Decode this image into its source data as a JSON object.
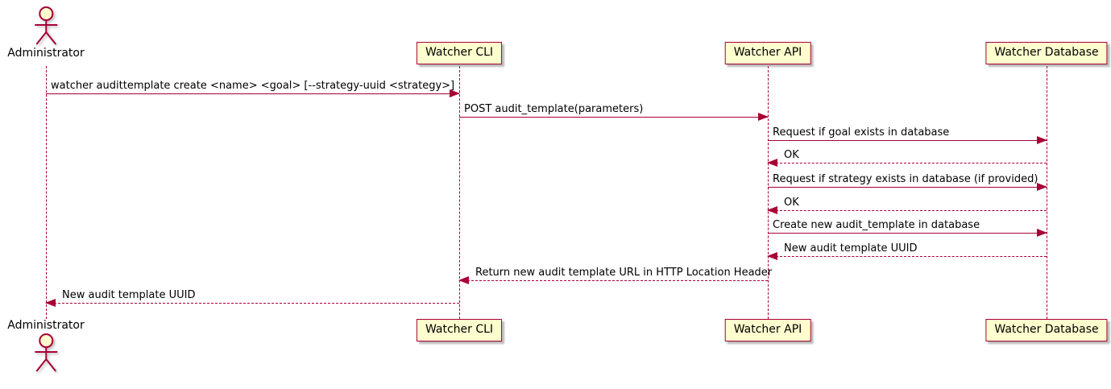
{
  "diagram": {
    "type": "sequence-diagram",
    "actor": {
      "name": "Administrator"
    },
    "participants": [
      {
        "id": "watcher-cli",
        "label": "Watcher CLI"
      },
      {
        "id": "watcher-api",
        "label": "Watcher API"
      },
      {
        "id": "watcher-database",
        "label": "Watcher Database"
      }
    ],
    "messages": [
      {
        "from": "Administrator",
        "to": "Watcher CLI",
        "style": "solid",
        "text": "watcher audittemplate create <name> <goal> [--strategy-uuid <strategy>]"
      },
      {
        "from": "Watcher CLI",
        "to": "Watcher API",
        "style": "solid",
        "text": "POST audit_template(parameters)"
      },
      {
        "from": "Watcher API",
        "to": "Watcher Database",
        "style": "solid",
        "text": "Request if goal exists in database"
      },
      {
        "from": "Watcher Database",
        "to": "Watcher API",
        "style": "dashed",
        "text": "OK"
      },
      {
        "from": "Watcher API",
        "to": "Watcher Database",
        "style": "solid",
        "text": "Request if strategy exists in database (if provided)"
      },
      {
        "from": "Watcher Database",
        "to": "Watcher API",
        "style": "dashed",
        "text": "OK"
      },
      {
        "from": "Watcher API",
        "to": "Watcher Database",
        "style": "solid",
        "text": "Create new audit_template in database"
      },
      {
        "from": "Watcher Database",
        "to": "Watcher API",
        "style": "dashed",
        "text": "New audit template UUID"
      },
      {
        "from": "Watcher API",
        "to": "Watcher CLI",
        "style": "dashed",
        "text": "Return new audit template URL in HTTP Location Header"
      },
      {
        "from": "Watcher CLI",
        "to": "Administrator",
        "style": "dashed",
        "text": "New audit template UUID"
      }
    ],
    "colors": {
      "accent": "#A80036",
      "participant_fill": "#FEFECE",
      "text": "#000000",
      "background": "#FFFFFF"
    }
  }
}
